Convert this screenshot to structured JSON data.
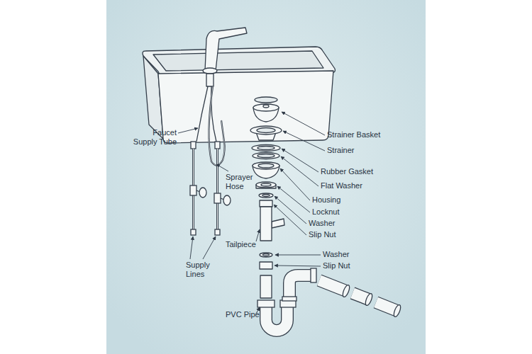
{
  "diagram": {
    "labels": [
      "Faucet Supply Tube",
      "Strainer Basket",
      "Strainer",
      "Rubber Gasket",
      "Sprayer Hose",
      "Flat Washer",
      "Housing",
      "Locknut",
      "Washer",
      "Slip Nut",
      "Tailpiece",
      "Washer",
      "Slip Nut",
      "Supply Lines",
      "PVC Pipe"
    ]
  }
}
